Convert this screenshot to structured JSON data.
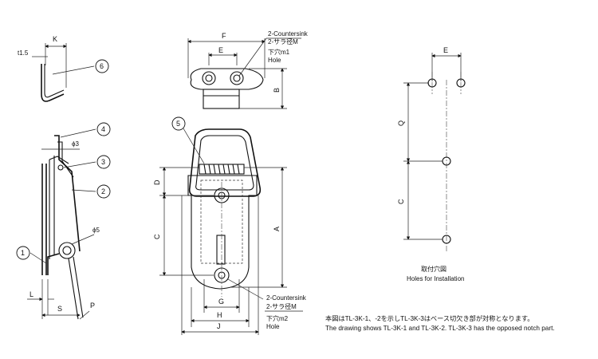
{
  "side_view": {
    "labels": {
      "K": "K",
      "t": "t1.5",
      "phi3": "ϕ3",
      "phi5": "ϕ5",
      "L": "L",
      "S": "S",
      "P": "P"
    },
    "part_numbers": [
      "1",
      "2",
      "3",
      "4",
      "5",
      "6"
    ]
  },
  "top_view": {
    "dims": {
      "F": "F",
      "E": "E",
      "B": "B"
    },
    "callout": [
      "2-Countersink",
      "2-サラ径M",
      "下穴m1",
      "Hole"
    ]
  },
  "front_view": {
    "dims": {
      "D": "D",
      "C": "C",
      "A": "A",
      "G": "G",
      "H": "H",
      "J": "J"
    },
    "callout": [
      "2-Countersink",
      "2-サラ径M",
      "下穴m2",
      "Hole"
    ]
  },
  "install_view": {
    "dims": {
      "E": "E",
      "Q": "Q",
      "C": "C"
    },
    "caption": [
      "取付穴図",
      "Holes for Installation"
    ]
  },
  "notes": [
    "本図はTL-3K-1、-2を示しTL-3K-3はベース切欠き部が対称となります。",
    "The drawing shows TL-3K-1 and TL-3K-2. TL-3K-3 has the opposed notch part."
  ]
}
